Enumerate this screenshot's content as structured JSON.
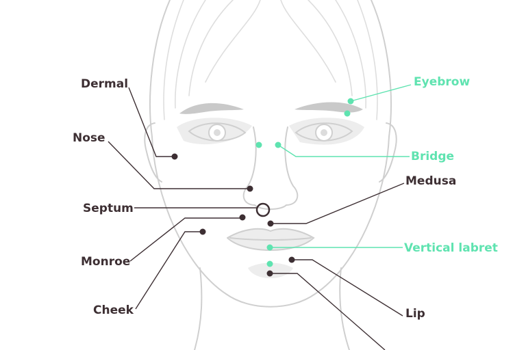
{
  "colors": {
    "dark": "#3d2f33",
    "accent": "#5fe3b0",
    "outline": "#cfcfcf",
    "shade": "#ededed",
    "brow": "#c9c9c9"
  },
  "labels": {
    "dermal": "Dermal",
    "nose": "Nose",
    "septum": "Septum",
    "monroe": "Monroe",
    "cheek": "Cheek",
    "eyebrow": "Eyebrow",
    "bridge": "Bridge",
    "medusa": "Medusa",
    "vertical_labret": "Vertical labret",
    "lip": "Lip"
  }
}
